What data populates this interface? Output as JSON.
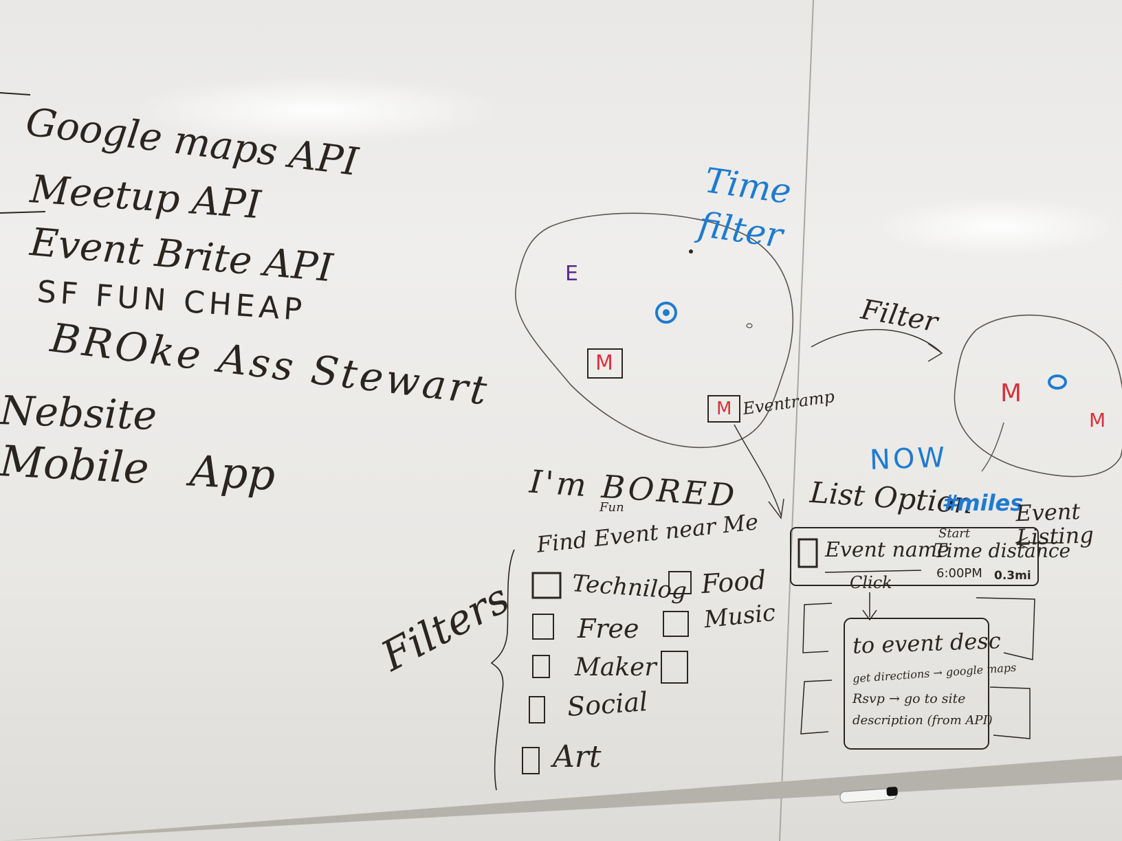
{
  "api_list": {
    "items": [
      "Google maps API",
      "Meetup API",
      "Event Brite API",
      "SF FUN CHEAP",
      "BROke Ass Stewart"
    ]
  },
  "platforms": {
    "items": [
      "Nebsite",
      "Mobile App"
    ]
  },
  "map_sketch": {
    "time_filter": "Time filter",
    "marker_e": "E",
    "marker_m": "M",
    "eventramp_label": "Eventramp"
  },
  "filter_arrow": {
    "label": "Filter"
  },
  "small_map": {
    "marker_m": "M"
  },
  "now_label": "NOW",
  "bored_prompt": {
    "im_bored": "I'm BORED",
    "fun": "Fun",
    "find_event": "Find Event near Me"
  },
  "filters": {
    "title": "Filters",
    "options": [
      "Technilog",
      "Free",
      "Maker",
      "Social",
      "Art",
      "Food",
      "Music"
    ]
  },
  "list_option": {
    "title": "List Option",
    "miles": "#miles",
    "event_listing": "Event Listing",
    "row": {
      "name": "Event name",
      "start": "Start",
      "time_distance": "Time distance",
      "time": "6:00PM",
      "distance": "0.3mi"
    },
    "click": "Click"
  },
  "event_desc": {
    "title": "to event desc",
    "lines": [
      "get directions → google maps",
      "Rsvp → go to site",
      "description (from API)"
    ]
  },
  "colors": {
    "blue": "#1e7bd0",
    "red": "#d8323b",
    "purple": "#5b2a8a",
    "ink": "#2a2521"
  }
}
